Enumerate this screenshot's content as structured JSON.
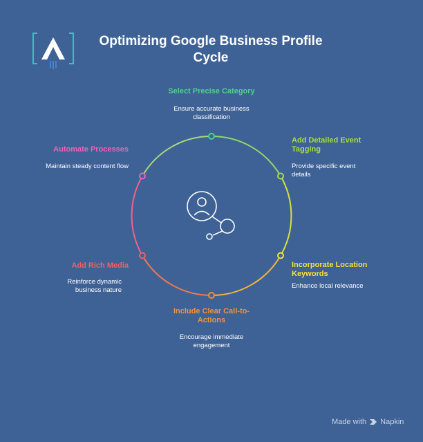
{
  "title": "Optimizing Google Business Profile Cycle",
  "center_icon": "user-network-icon",
  "logo_icon": "rocket-a-logo-icon",
  "steps": [
    {
      "title": "Select Precise Category",
      "desc": "Ensure accurate business classification",
      "color": "#4fd18b"
    },
    {
      "title": "Add Detailed Event Tagging",
      "desc": "Provide specific event details",
      "color": "#a8df3c"
    },
    {
      "title": "Incorporate Location Keywords",
      "desc": "Enhance local relevance",
      "color": "#f4e23a"
    },
    {
      "title": "Include Clear Call-to-Actions",
      "desc": "Encourage immediate engagement",
      "color": "#f2913a"
    },
    {
      "title": "Add Rich Media",
      "desc": "Reinforce dynamic business nature",
      "color": "#f16060"
    },
    {
      "title": "Automate Processes",
      "desc": "Maintain steady content flow",
      "color": "#ee63b4"
    }
  ],
  "footer": {
    "text": "Made with",
    "brand": "Napkin"
  }
}
